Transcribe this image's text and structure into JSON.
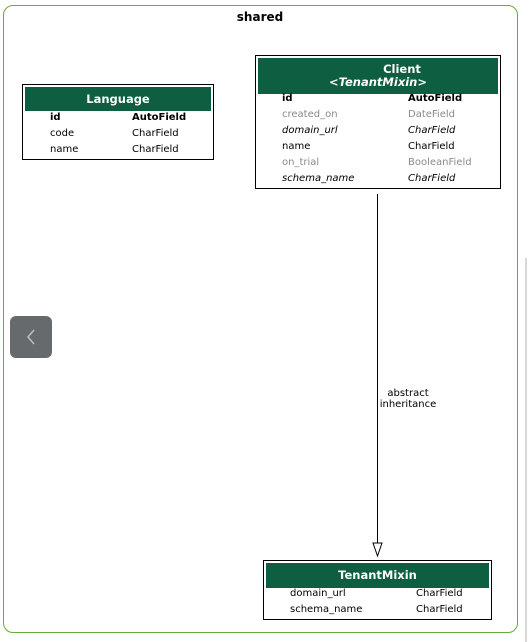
{
  "cluster": {
    "title": "shared"
  },
  "models": {
    "language": {
      "title": "Language",
      "fields": [
        {
          "name": "id",
          "type": "AutoField",
          "style": "bold"
        },
        {
          "name": "code",
          "type": "CharField",
          "style": "normal"
        },
        {
          "name": "name",
          "type": "CharField",
          "style": "normal"
        }
      ]
    },
    "client": {
      "title": "Client",
      "subtitle": "<TenantMixin>",
      "fields": [
        {
          "name": "id",
          "type": "AutoField",
          "style": "bold"
        },
        {
          "name": "created_on",
          "type": "DateField",
          "style": "grey"
        },
        {
          "name": "domain_url",
          "type": "CharField",
          "style": "italic"
        },
        {
          "name": "name",
          "type": "CharField",
          "style": "normal"
        },
        {
          "name": "on_trial",
          "type": "BooleanField",
          "style": "grey"
        },
        {
          "name": "schema_name",
          "type": "CharField",
          "style": "italic"
        }
      ]
    },
    "tenantmixin": {
      "title": "TenantMixin",
      "fields": [
        {
          "name": "domain_url",
          "type": "CharField",
          "style": "normal"
        },
        {
          "name": "schema_name",
          "type": "CharField",
          "style": "normal"
        }
      ]
    }
  },
  "edge": {
    "line1": "abstract",
    "line2": "inheritance"
  },
  "nav": {
    "icon": "chevron-left-icon"
  },
  "colors": {
    "header": "#0e5e41",
    "cluster_border": "#6aaa3a",
    "nav_button": "#666a6d"
  }
}
